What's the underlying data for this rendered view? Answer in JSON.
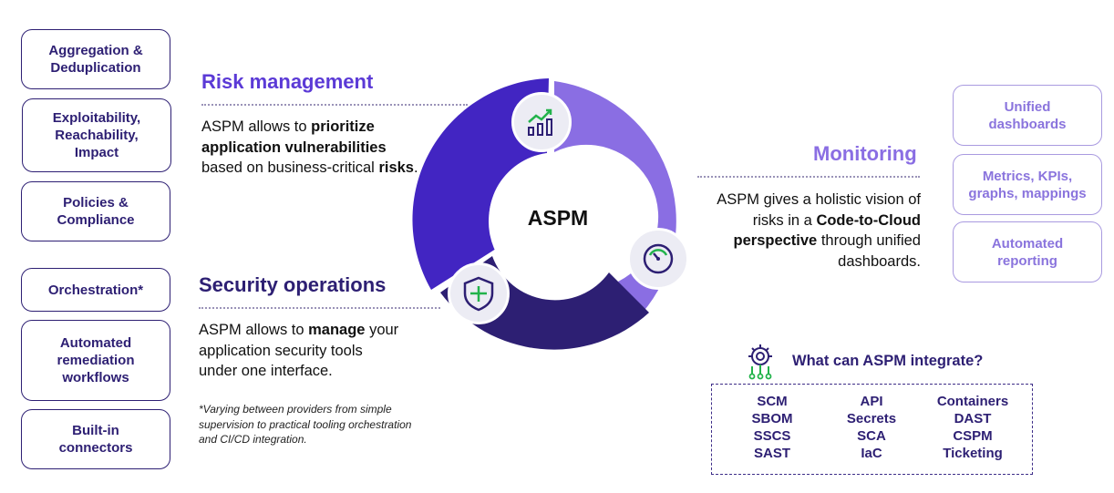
{
  "left_pills": [
    {
      "label": "Aggregation &\nDeduplication"
    },
    {
      "label": "Exploitability,\nReachability,\nImpact"
    },
    {
      "label": "Policies &\nCompliance"
    },
    {
      "label": "Orchestration*"
    },
    {
      "label": "Automated\nremediation\nworkflows"
    },
    {
      "label": "Built-in\nconnectors"
    }
  ],
  "right_pills": [
    {
      "label": "Unified\ndashboards"
    },
    {
      "label": "Metrics, KPIs,\ngraphs, mappings"
    },
    {
      "label": "Automated\nreporting"
    }
  ],
  "center": {
    "label": "ASPM"
  },
  "risk": {
    "title": "Risk management",
    "p1": "ASPM allows to ",
    "b1": "prioritize application vulnerabilities",
    "p2": " based on business-critical ",
    "b2": "risks",
    "p3": "."
  },
  "secops": {
    "title": "Security operations",
    "p1": "ASPM allows to ",
    "b1": "manage",
    "p2": " your application security tools under one interface."
  },
  "footnote": "*Varying between providers from simple supervision to practical tooling orchestration and CI/CD integration.",
  "monitoring": {
    "title": "Monitoring",
    "p1": "ASPM gives a holistic vision of risks in a ",
    "b1": "Code-to-Cloud perspective",
    "p2": " through unified dashboards."
  },
  "integrate": {
    "title": "What can ASPM integrate?",
    "columns": [
      [
        "SCM",
        "SBOM",
        "SSCS",
        "SAST"
      ],
      [
        "API",
        "Secrets",
        "SCA",
        "IaC"
      ],
      [
        "Containers",
        "DAST",
        "CSPM",
        "Ticketing"
      ]
    ]
  },
  "colors": {
    "dark": "#2d1f73",
    "mid": "#4225c2",
    "light": "#8a6ee3",
    "accent_green": "#22b34b"
  },
  "icons": [
    "growth-chart-icon",
    "speedometer-icon",
    "shield-plus-icon",
    "integration-gear-icon"
  ]
}
